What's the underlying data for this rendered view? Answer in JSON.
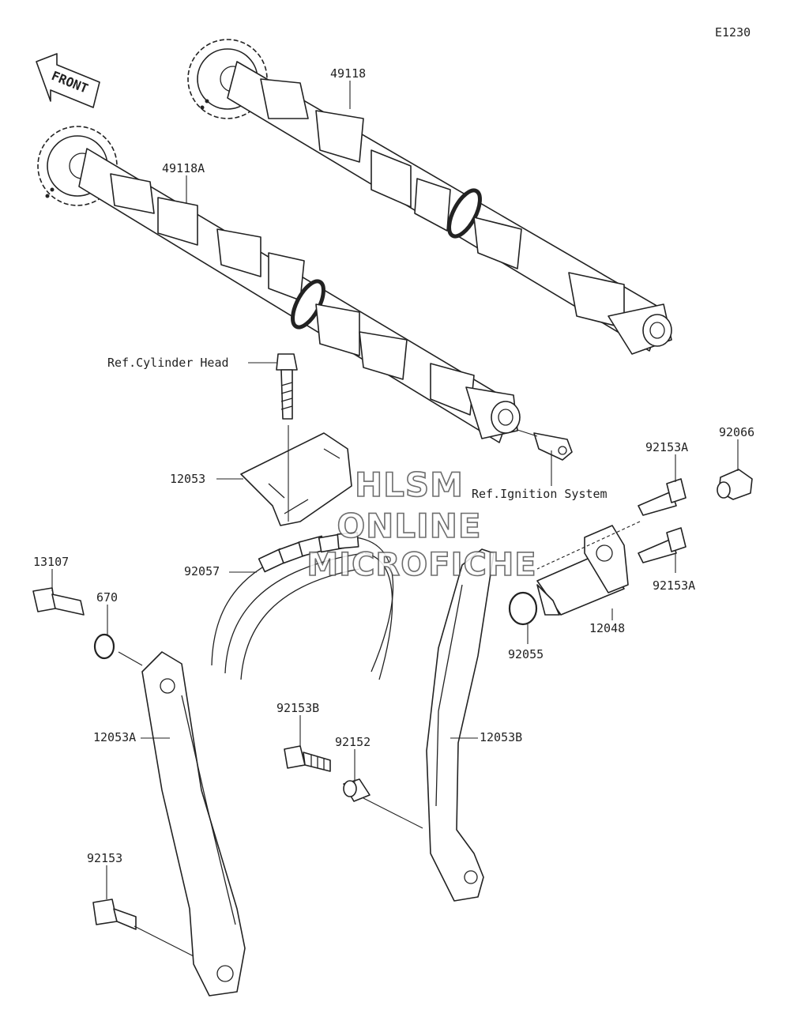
{
  "diagram_code": "E1230",
  "front_label": "FRONT",
  "watermark": {
    "line1": "HLSM",
    "line2": "ONLINE",
    "line3": "MICROFICHE"
  },
  "labels": {
    "p49118": "49118",
    "p49118A": "49118A",
    "ref_cylinder_head": "Ref.Cylinder Head",
    "p12053": "12053",
    "ref_ignition": "Ref.Ignition System",
    "p92153A_top": "92153A",
    "p92066": "92066",
    "p92153A_bottom": "92153A",
    "p12048": "12048",
    "p92055": "92055",
    "p13107": "13107",
    "p670": "670",
    "p92057": "92057",
    "p12053A": "12053A",
    "p92153B": "92153B",
    "p92152": "92152",
    "p12053B": "12053B",
    "p92153": "92153"
  }
}
